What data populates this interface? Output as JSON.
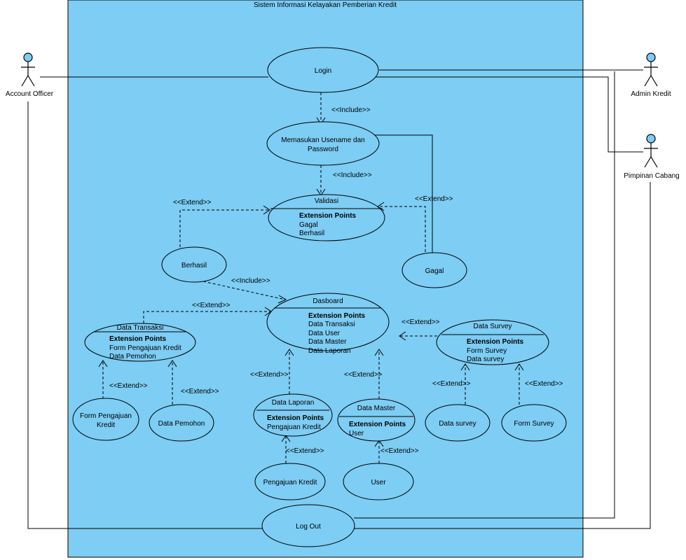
{
  "system_title": "Sistem Informasi Kelayakan Pemberian Kredit",
  "actors": {
    "account_officer": "Account Officer",
    "admin_kredit": "Admin Kredit",
    "pimpinan_cabang": "Pimpinan Cabang"
  },
  "use_cases": {
    "login": "Login",
    "memasukan_1": "Memasukan Usename dan",
    "memasukan_2": "Password",
    "validasi": "Validasi",
    "berhasil": "Berhasil",
    "gagal": "Gagal",
    "dasboard": "Dasboard",
    "data_transaksi": "Data Transaksi",
    "data_survey": "Data Survey",
    "data_laporan": "Data Laporan",
    "data_master": "Data Master",
    "form_pengajuan_1": "Form Pengajuan",
    "form_pengajuan_2": "Kredit",
    "data_pemohon": "Data Pemohon",
    "pengajuan_kredit": "Pengajuan Kredit",
    "user": "User",
    "data_survey_small": "Data survey",
    "form_survey": "Form Survey",
    "log_out": "Log Out"
  },
  "extension_points_heading": "Extension Points",
  "ext_points": {
    "validasi": [
      "Gagal",
      "Berhasil"
    ],
    "dasboard": [
      "Data Transaksi",
      "Data User",
      "Data Master",
      "Data Laporan"
    ],
    "data_transaksi": [
      "Form Pengajuan Kredit",
      "Data Pemohon"
    ],
    "data_survey": [
      "Form Survey",
      "Data survey"
    ],
    "data_laporan": [
      "Pengajuan Kredit"
    ],
    "data_master": [
      "User"
    ]
  },
  "stereotypes": {
    "include": "<<Include>>",
    "extend": "<<Extend>>"
  },
  "colors": {
    "fill": "#7dcdf4",
    "stroke": "#000000"
  }
}
